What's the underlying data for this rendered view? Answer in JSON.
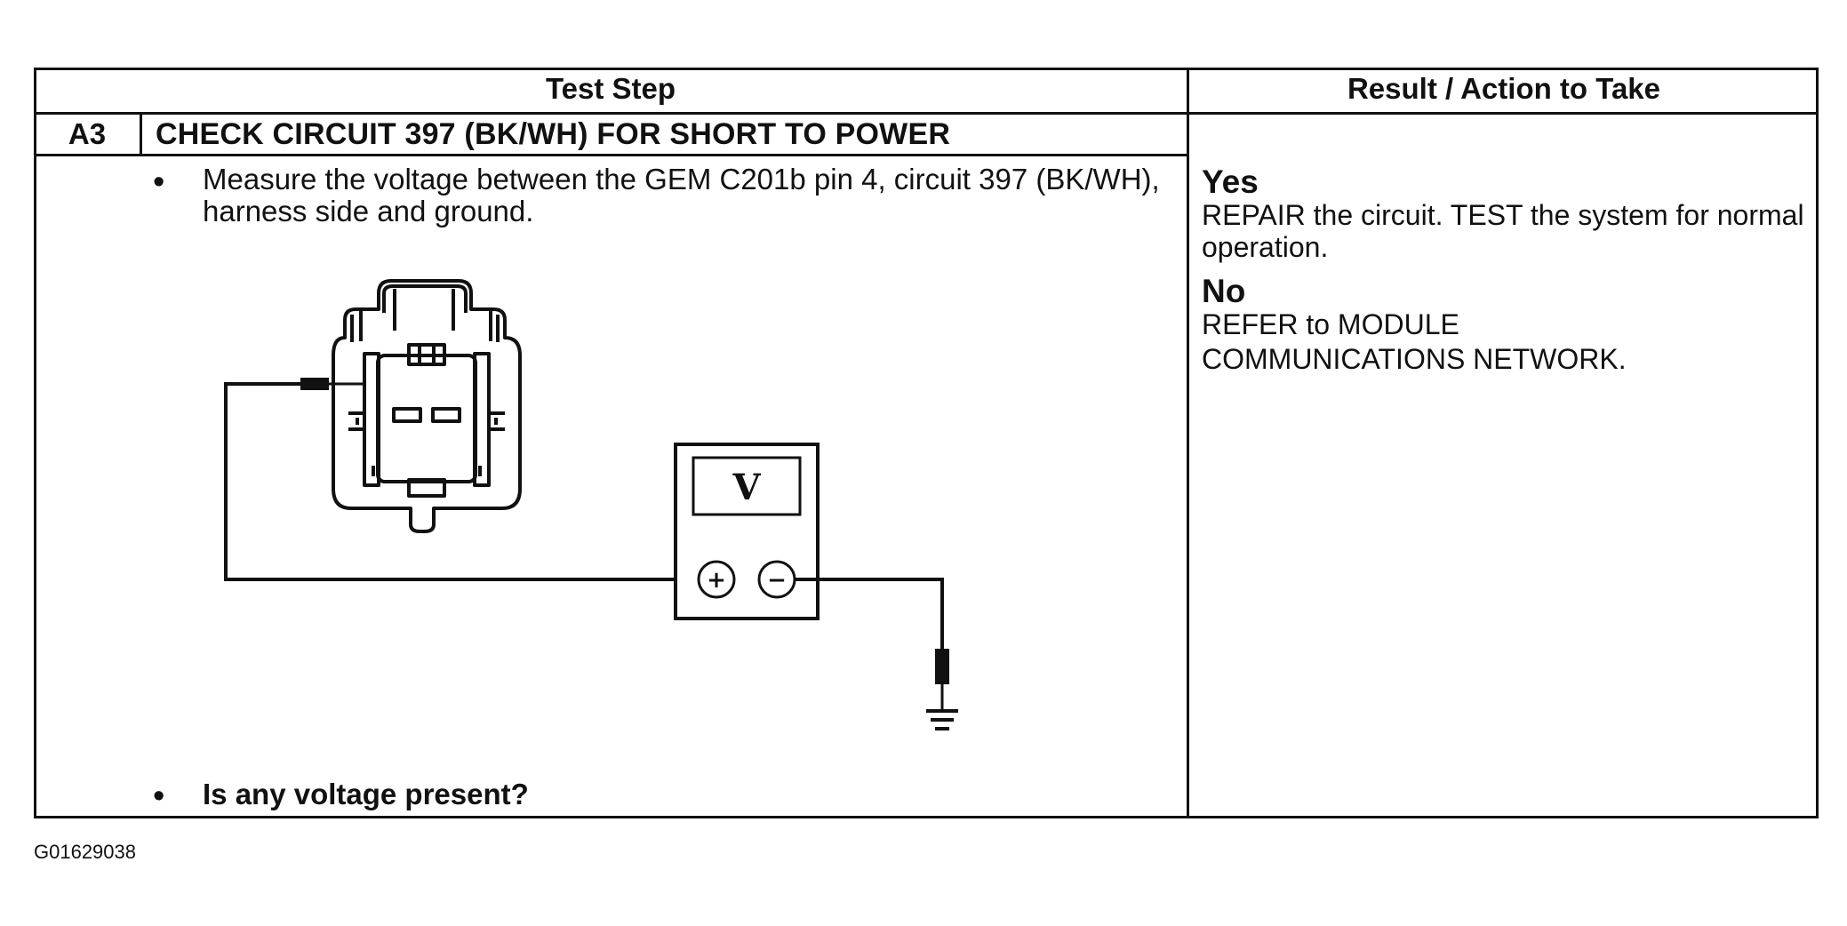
{
  "table": {
    "header_left": "Test Step",
    "header_right": "Result / Action to Take",
    "step_id": "A3",
    "step_title": "CHECK CIRCUIT 397 (BK/WH) FOR SHORT TO POWER",
    "instruction": "Measure the voltage between the GEM C201b pin 4, circuit 397 (BK/WH), harness side and ground.",
    "question": "Is any voltage present?",
    "bullet": "•"
  },
  "results": {
    "yes_label": "Yes",
    "yes_text": "REPAIR the circuit. TEST the system for normal operation.",
    "no_label": "No",
    "no_text_line1": "REFER to MODULE",
    "no_text_line2": "COMMUNICATIONS NETWORK."
  },
  "diagram": {
    "meter_display": "V",
    "plus_symbol": "+",
    "minus_symbol": "−"
  },
  "figure_id": "G01629038"
}
